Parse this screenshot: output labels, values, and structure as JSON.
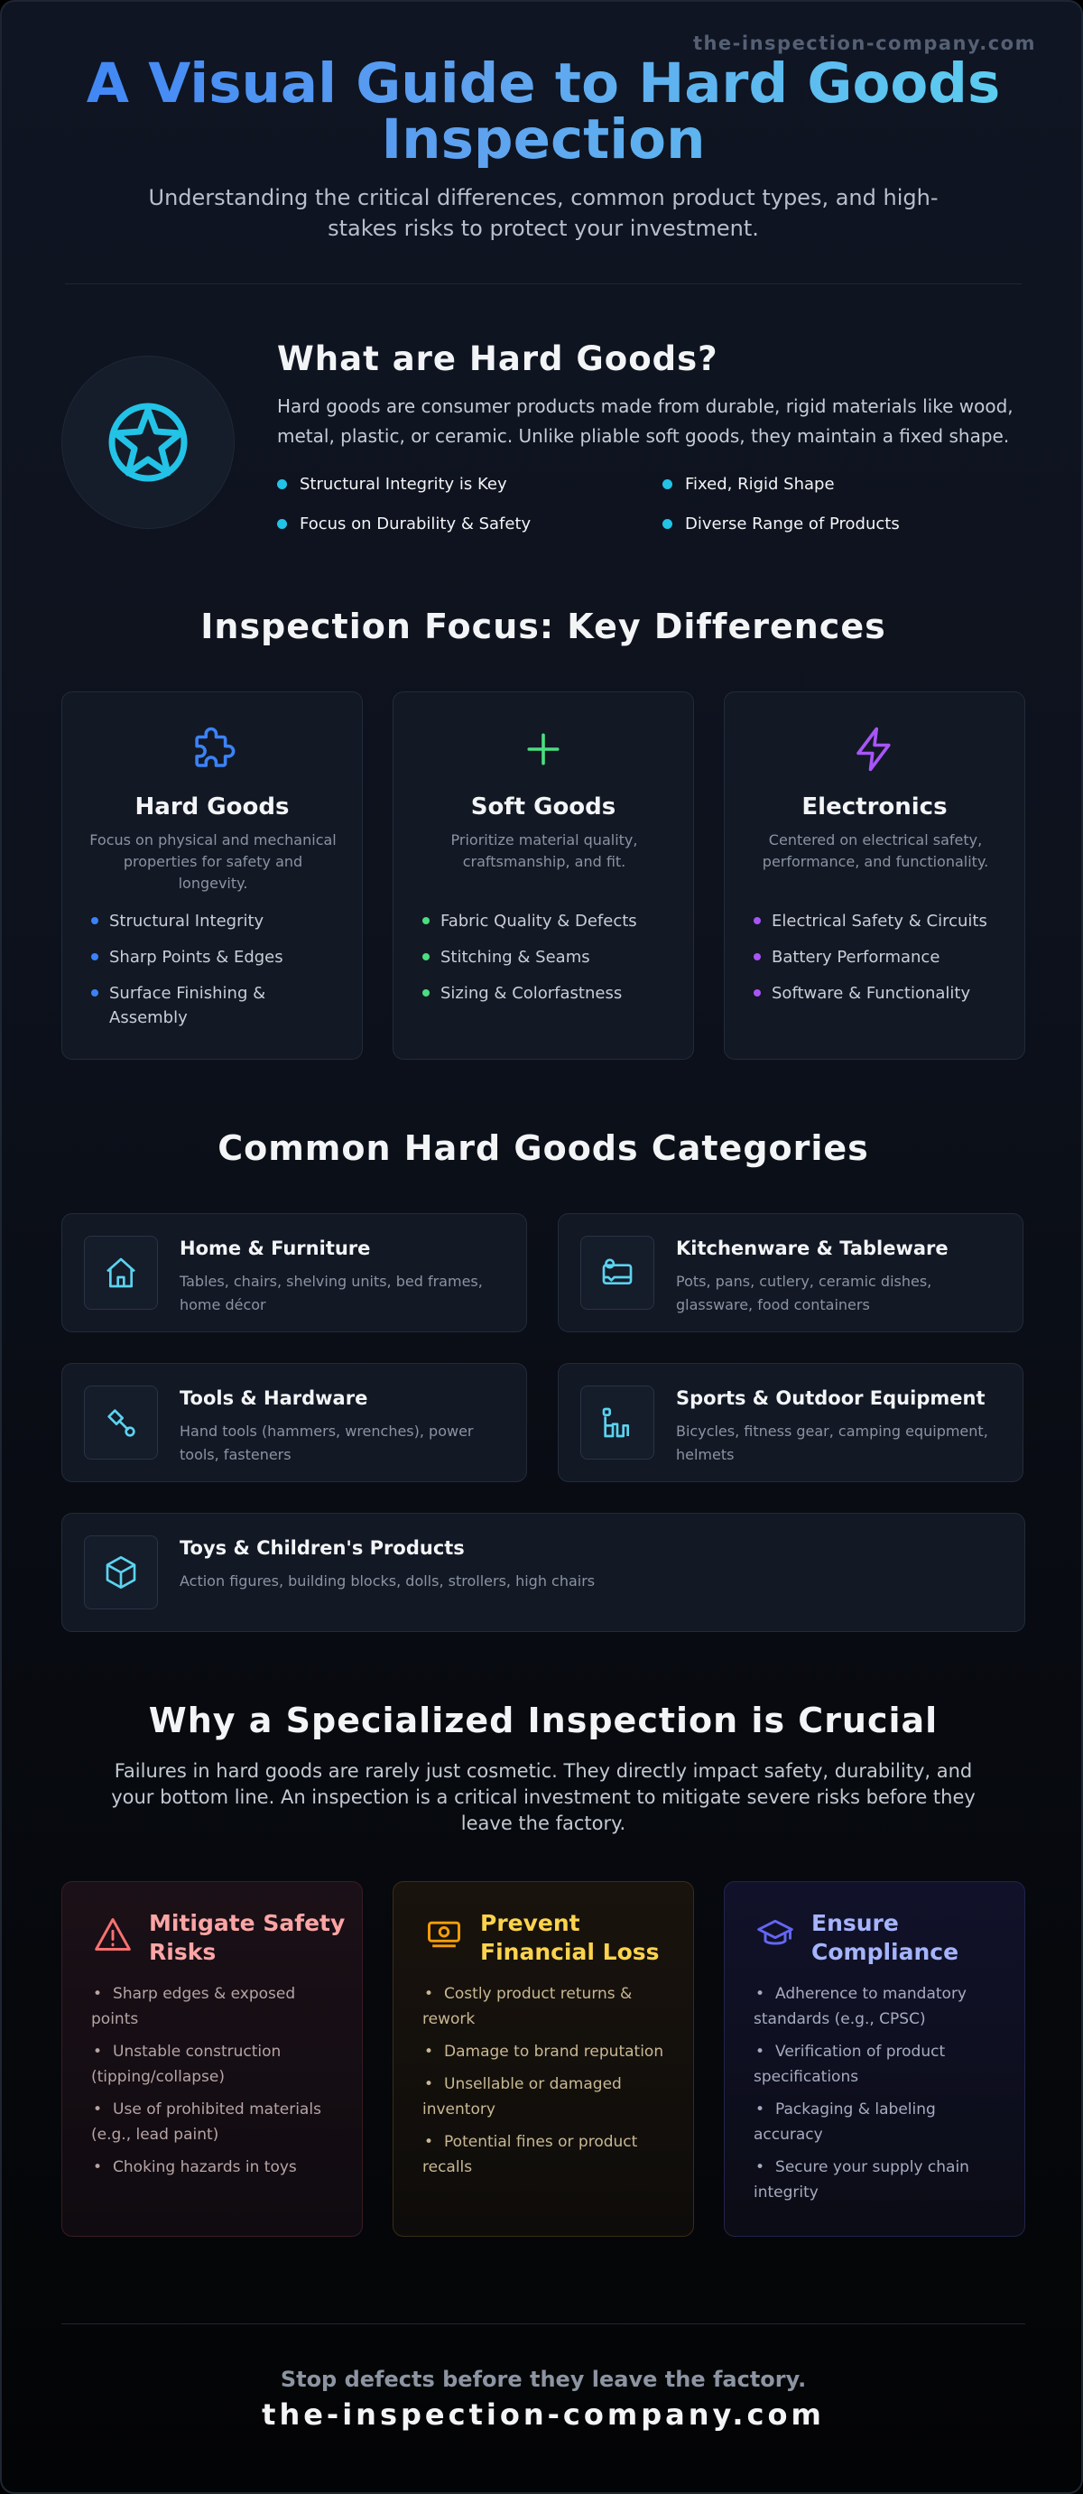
{
  "brand": {
    "watermark": "the-inspection-company.com"
  },
  "hero": {
    "title_line1": "A Visual Guide to Hard Goods",
    "title_line2": "Inspection",
    "subtitle": "Understanding the critical differences, common product types, and high-stakes risks to protect your investment."
  },
  "what": {
    "icon": "star-icon",
    "title": "What are Hard Goods?",
    "description": "Hard goods are consumer products made from durable, rigid materials like wood, metal, plastic, or ceramic. Unlike pliable soft goods, they maintain a fixed shape.",
    "bullets": [
      "Structural Integrity is Key",
      "Fixed, Rigid Shape",
      "Focus on Durability & Safety",
      "Diverse Range of Products"
    ],
    "bullet_color": "#22c3e6"
  },
  "differences": {
    "title": "Inspection Focus: Key Differences",
    "cards": [
      {
        "icon": "puzzle-icon",
        "color": "#3b82f6",
        "title": "Hard Goods",
        "description": "Focus on physical and mechanical properties for safety and longevity.",
        "points": [
          "Structural Integrity",
          "Sharp Points & Edges",
          "Surface Finishing & Assembly"
        ]
      },
      {
        "icon": "plus-icon",
        "color": "#4ade80",
        "title": "Soft Goods",
        "description": "Prioritize material quality, craftsmanship, and fit.",
        "points": [
          "Fabric Quality & Defects",
          "Stitching & Seams",
          "Sizing & Colorfastness"
        ]
      },
      {
        "icon": "lightning-icon",
        "color": "#a855f7",
        "title": "Electronics",
        "description": "Centered on electrical safety, performance, and functionality.",
        "points": [
          "Electrical Safety & Circuits",
          "Battery Performance",
          "Software & Functionality"
        ]
      }
    ]
  },
  "categories": {
    "title": "Common Hard Goods Categories",
    "items": [
      {
        "icon": "home-icon",
        "title": "Home & Furniture",
        "description": "Tables, chairs, shelving units, bed frames, home décor"
      },
      {
        "icon": "kitchen-icon",
        "title": "Kitchenware & Tableware",
        "description": "Pots, pans, cutlery, ceramic dishes, glassware, food containers"
      },
      {
        "icon": "tools-icon",
        "title": "Tools & Hardware",
        "description": "Hand tools (hammers, wrenches), power tools, fasteners"
      },
      {
        "icon": "sports-icon",
        "title": "Sports & Outdoor Equipment",
        "description": "Bicycles, fitness gear, camping equipment, helmets"
      },
      {
        "icon": "cube-icon",
        "title": "Toys & Children's Products",
        "description": "Action figures, building blocks, dolls, strollers, high chairs"
      }
    ],
    "icon_color": "#5bd3ef"
  },
  "why": {
    "title": "Why a Specialized Inspection is Crucial",
    "subtitle": "Failures in hard goods are rarely just cosmetic. They directly impact safety, durability, and your bottom line. An inspection is a critical investment to mitigate severe risks before they leave the factory.",
    "cards": [
      {
        "icon": "warning-icon",
        "accent": "#f87171",
        "title_color": "#fca5a5",
        "text_color": "#b6a4a4",
        "title": "Mitigate Safety Risks",
        "points": [
          "Sharp edges & exposed points",
          "Unstable construction (tipping/collapse)",
          "Use of prohibited materials (e.g., lead paint)",
          "Choking hazards in toys"
        ]
      },
      {
        "icon": "money-icon",
        "accent": "#f59e0b",
        "title_color": "#fcd34d",
        "text_color": "#c9b893",
        "title": "Prevent Financial Loss",
        "points": [
          "Costly product returns & rework",
          "Damage to brand reputation",
          "Unsellable or damaged inventory",
          "Potential fines or product recalls"
        ]
      },
      {
        "icon": "graduation-cap-icon",
        "accent": "#6366f1",
        "title_color": "#a5b4fc",
        "text_color": "#a7abc0",
        "title": "Ensure Compliance",
        "points": [
          "Adherence to mandatory standards (e.g., CPSC)",
          "Verification of product specifications",
          "Packaging & labeling accuracy",
          "Secure your supply chain integrity"
        ]
      }
    ]
  },
  "footer": {
    "tagline": "Stop defects before they leave the factory.",
    "brand": "the-inspection-company.com"
  }
}
